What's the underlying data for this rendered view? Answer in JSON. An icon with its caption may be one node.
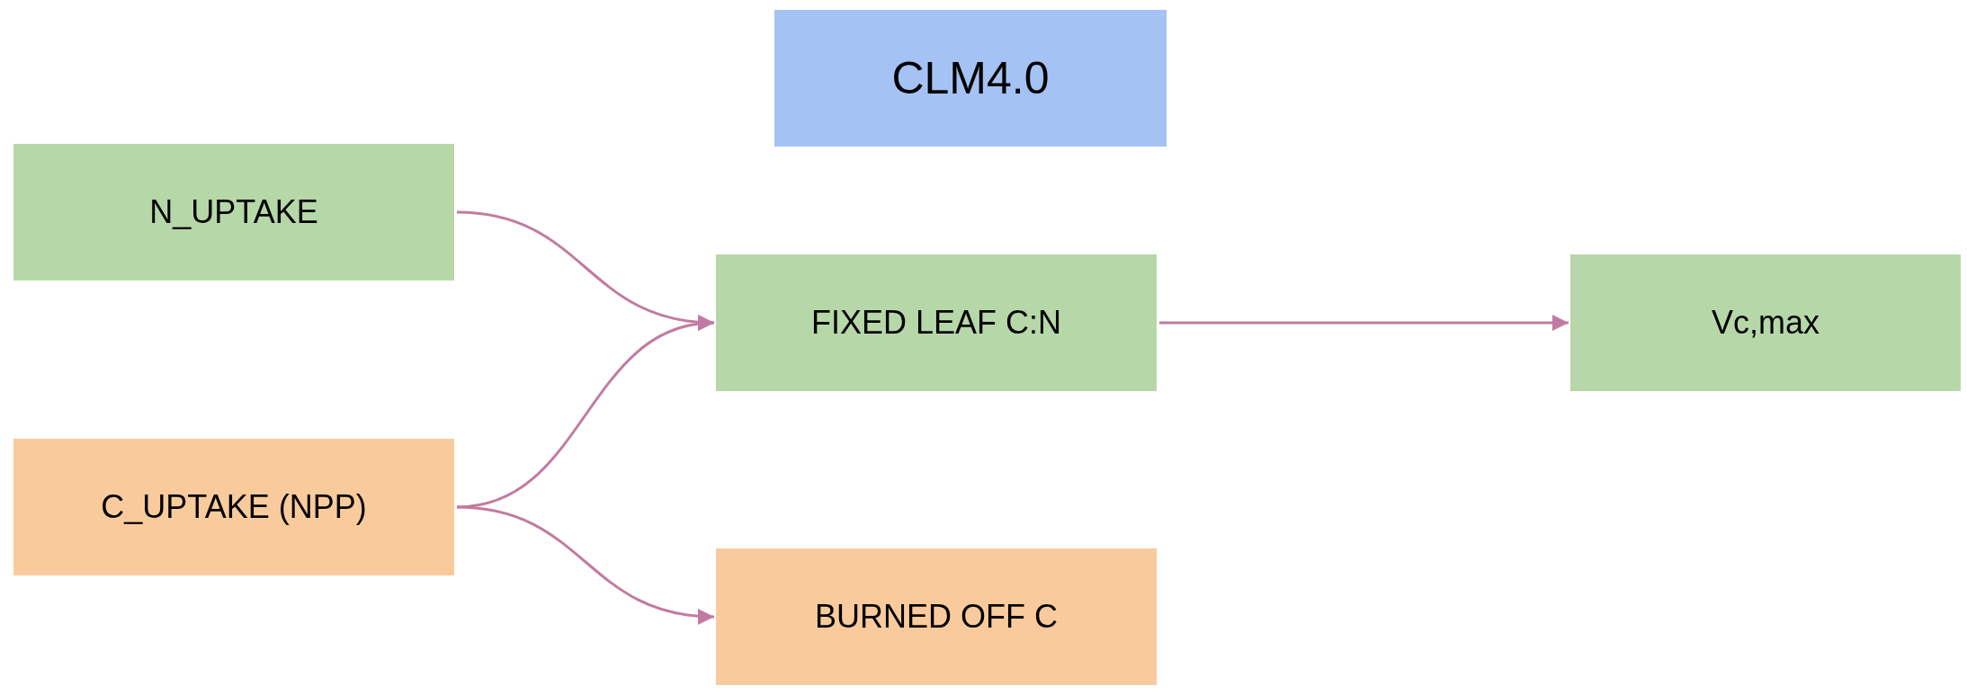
{
  "diagram": {
    "nodes": [
      {
        "text": [
          "CLM4.0"
        ]
      },
      {
        "text": [
          "N_UPTAKE"
        ]
      },
      {
        "text": [
          "FIXED LEAF C:N"
        ]
      },
      {
        "text": [
          "Vc,max"
        ]
      },
      {
        "text": [
          "C_UPTAKE (NPP)"
        ]
      },
      {
        "text": [
          "BURNED OFF C"
        ]
      }
    ],
    "edges": [
      {
        "from": 1,
        "to": 2,
        "arrow": "to"
      },
      {
        "from": 4,
        "to": 2,
        "arrow": "to"
      },
      {
        "from": 2,
        "to": 3,
        "arrow": "to"
      },
      {
        "from": 4,
        "to": 5,
        "arrow": "to"
      }
    ]
  }
}
